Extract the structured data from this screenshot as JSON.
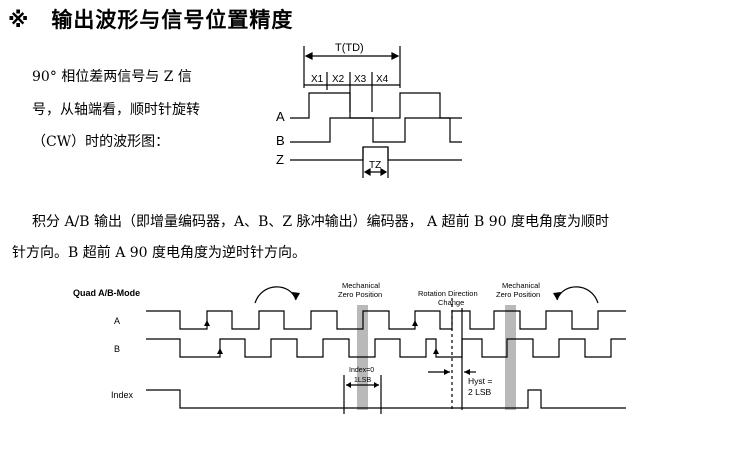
{
  "heading": "※　输出波形与信号位置精度",
  "intro_lines": [
    "90° 相位差两信号与 Z 信",
    "号，从轴端看，顺时针旋转",
    "（CW）时的波形图："
  ],
  "body_lines": [
    "积分 A/B 输出（即增量编码器，A、B、Z 脉冲输出）编码器， A 超前 B 90 度电角度为顺时",
    "针方向。B 超前 A 90 度电角度为逆时针方向。"
  ],
  "small_diagram": {
    "period_label": "T(TD)",
    "x_labels": [
      "X1",
      "X2",
      "X3",
      "X4"
    ],
    "signals": [
      "A",
      "B",
      "Z"
    ],
    "z_width_label": "TZ"
  },
  "quad_diagram": {
    "title": "Quad A/B-Mode",
    "signals": [
      "A",
      "B",
      "Index"
    ],
    "mech_zero_label": [
      "Mechanical",
      "Zero Position"
    ],
    "rotation_label": [
      "Rotation Direction",
      "Change"
    ],
    "index_label": "Index=0",
    "lsb_label": "1LSB",
    "hyst_label": [
      "Hyst =",
      "2 LSB"
    ]
  }
}
